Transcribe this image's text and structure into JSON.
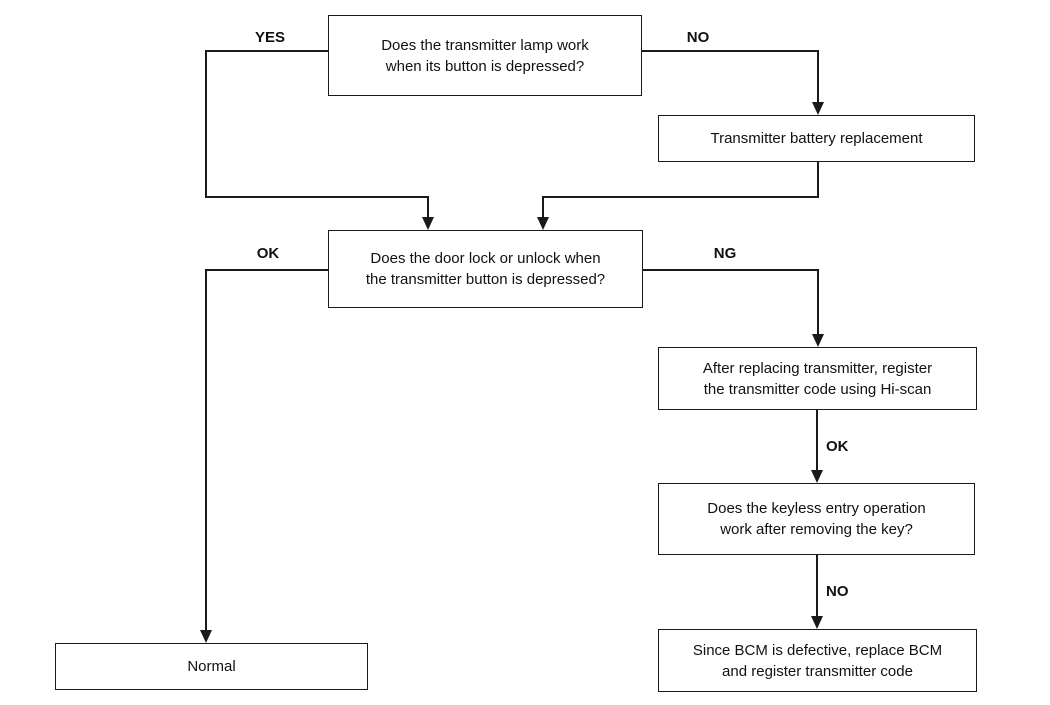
{
  "flowchart": {
    "nodes": {
      "q_transmitter_lamp": {
        "lines": [
          "Does the transmitter lamp work",
          "when its button is depressed?"
        ]
      },
      "battery_replacement": {
        "lines": [
          "Transmitter battery replacement"
        ]
      },
      "q_door_lock": {
        "lines": [
          "Does the door lock or unlock when",
          "the transmitter button is depressed?"
        ]
      },
      "register_code": {
        "lines": [
          "After replacing transmitter, register",
          "the transmitter code using Hi-scan"
        ]
      },
      "q_keyless_entry": {
        "lines": [
          "Does the keyless entry operation",
          "work after removing the key?"
        ]
      },
      "replace_bcm": {
        "lines": [
          "Since BCM is defective, replace BCM",
          "and register transmitter code"
        ]
      },
      "normal": {
        "lines": [
          "Normal"
        ]
      }
    },
    "edge_labels": {
      "yes": "YES",
      "no_top": "NO",
      "ok_left": "OK",
      "ng": "NG",
      "ok_register": "OK",
      "no_keyless": "NO"
    },
    "colors": {
      "line": "#1a1a1a",
      "box_border": "#1a1a1a",
      "box_background": "#ffffff",
      "text": "#111111",
      "page_background": "#ffffff"
    }
  }
}
